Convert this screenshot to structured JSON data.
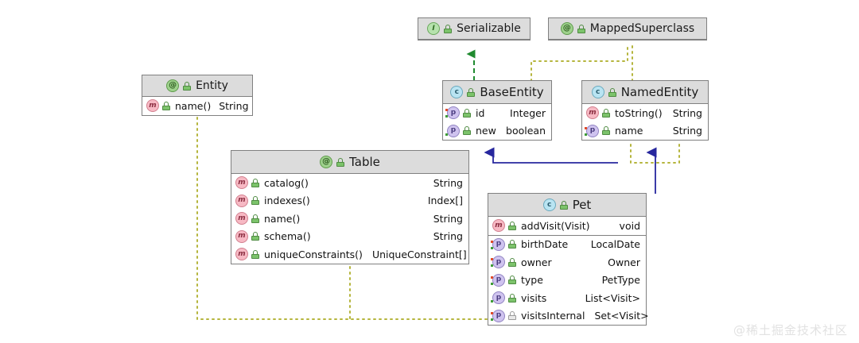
{
  "diagram": {
    "type": "uml-class-diagram",
    "watermark": "@稀土掘金技术社区",
    "colors": {
      "node_header": "#dcdcdc",
      "node_border": "#808080",
      "inheritance": "#2b2bbf",
      "realization": "#1f8a2f",
      "annotation": "#b5b53d"
    },
    "nodes": [
      {
        "id": "serializable",
        "name": "Serializable",
        "stereotype": "interface",
        "icon": "interface-icon",
        "members": []
      },
      {
        "id": "mappedsuperclass",
        "name": "MappedSuperclass",
        "stereotype": "annotation",
        "icon": "annotation-icon",
        "members": []
      },
      {
        "id": "entity",
        "name": "Entity",
        "stereotype": "annotation",
        "icon": "annotation-icon",
        "members": [
          {
            "kind": "method",
            "icon": "method-icon",
            "visibility": "public",
            "name": "name()",
            "type": "String"
          }
        ]
      },
      {
        "id": "baseentity",
        "name": "BaseEntity",
        "stereotype": "class",
        "icon": "class-icon",
        "members": [
          {
            "kind": "property",
            "icon": "property-icon",
            "visibility": "public",
            "name": "id",
            "type": "Integer"
          },
          {
            "kind": "property",
            "icon": "property-icon",
            "visibility": "public",
            "name": "new",
            "type": "boolean"
          }
        ]
      },
      {
        "id": "namedentity",
        "name": "NamedEntity",
        "stereotype": "class",
        "icon": "class-icon",
        "members": [
          {
            "kind": "method",
            "icon": "method-icon",
            "visibility": "public",
            "name": "toString()",
            "type": "String"
          },
          {
            "kind": "property",
            "icon": "property-icon",
            "visibility": "public",
            "name": "name",
            "type": "String"
          }
        ]
      },
      {
        "id": "table",
        "name": "Table",
        "stereotype": "annotation",
        "icon": "annotation-icon",
        "members": [
          {
            "kind": "method",
            "icon": "method-icon",
            "visibility": "public",
            "name": "catalog()",
            "type": "String"
          },
          {
            "kind": "method",
            "icon": "method-icon",
            "visibility": "public",
            "name": "indexes()",
            "type": "Index[]"
          },
          {
            "kind": "method",
            "icon": "method-icon",
            "visibility": "public",
            "name": "name()",
            "type": "String"
          },
          {
            "kind": "method",
            "icon": "method-icon",
            "visibility": "public",
            "name": "schema()",
            "type": "String"
          },
          {
            "kind": "method",
            "icon": "method-icon",
            "visibility": "public",
            "name": "uniqueConstraints()",
            "type": "UniqueConstraint[]"
          }
        ]
      },
      {
        "id": "pet",
        "name": "Pet",
        "stereotype": "class",
        "icon": "class-icon",
        "methods": [
          {
            "kind": "method",
            "icon": "method-icon",
            "visibility": "public",
            "name": "addVisit(Visit)",
            "type": "void"
          }
        ],
        "properties": [
          {
            "kind": "property",
            "icon": "property-icon",
            "visibility": "public",
            "name": "birthDate",
            "type": "LocalDate"
          },
          {
            "kind": "property",
            "icon": "property-icon",
            "visibility": "public",
            "name": "owner",
            "type": "Owner"
          },
          {
            "kind": "property",
            "icon": "property-icon",
            "visibility": "public",
            "name": "type",
            "type": "PetType"
          },
          {
            "kind": "property",
            "icon": "property-icon",
            "visibility": "public",
            "name": "visits",
            "type": "List<Visit>"
          },
          {
            "kind": "property",
            "icon": "property-icon",
            "visibility": "private",
            "name": "visitsInternal",
            "type": "Set<Visit>"
          }
        ]
      }
    ],
    "edges": [
      {
        "from": "baseentity",
        "to": "serializable",
        "kind": "realization",
        "style": "dashed",
        "color": "#1f8a2f"
      },
      {
        "from": "pet",
        "to": "baseentity",
        "kind": "inheritance",
        "style": "solid",
        "color": "#2b2bbf"
      },
      {
        "from": "pet",
        "to": "namedentity",
        "kind": "inheritance",
        "style": "solid",
        "color": "#2b2bbf"
      },
      {
        "from": "baseentity",
        "to": "mappedsuperclass",
        "kind": "annotation",
        "style": "dotted",
        "color": "#b5b53d"
      },
      {
        "from": "namedentity",
        "to": "mappedsuperclass",
        "kind": "annotation",
        "style": "dotted",
        "color": "#b5b53d"
      },
      {
        "from": "pet",
        "to": "entity",
        "kind": "annotation",
        "style": "dotted",
        "color": "#b5b53d"
      },
      {
        "from": "pet",
        "to": "table",
        "kind": "annotation",
        "style": "dotted",
        "color": "#b5b53d"
      }
    ]
  }
}
